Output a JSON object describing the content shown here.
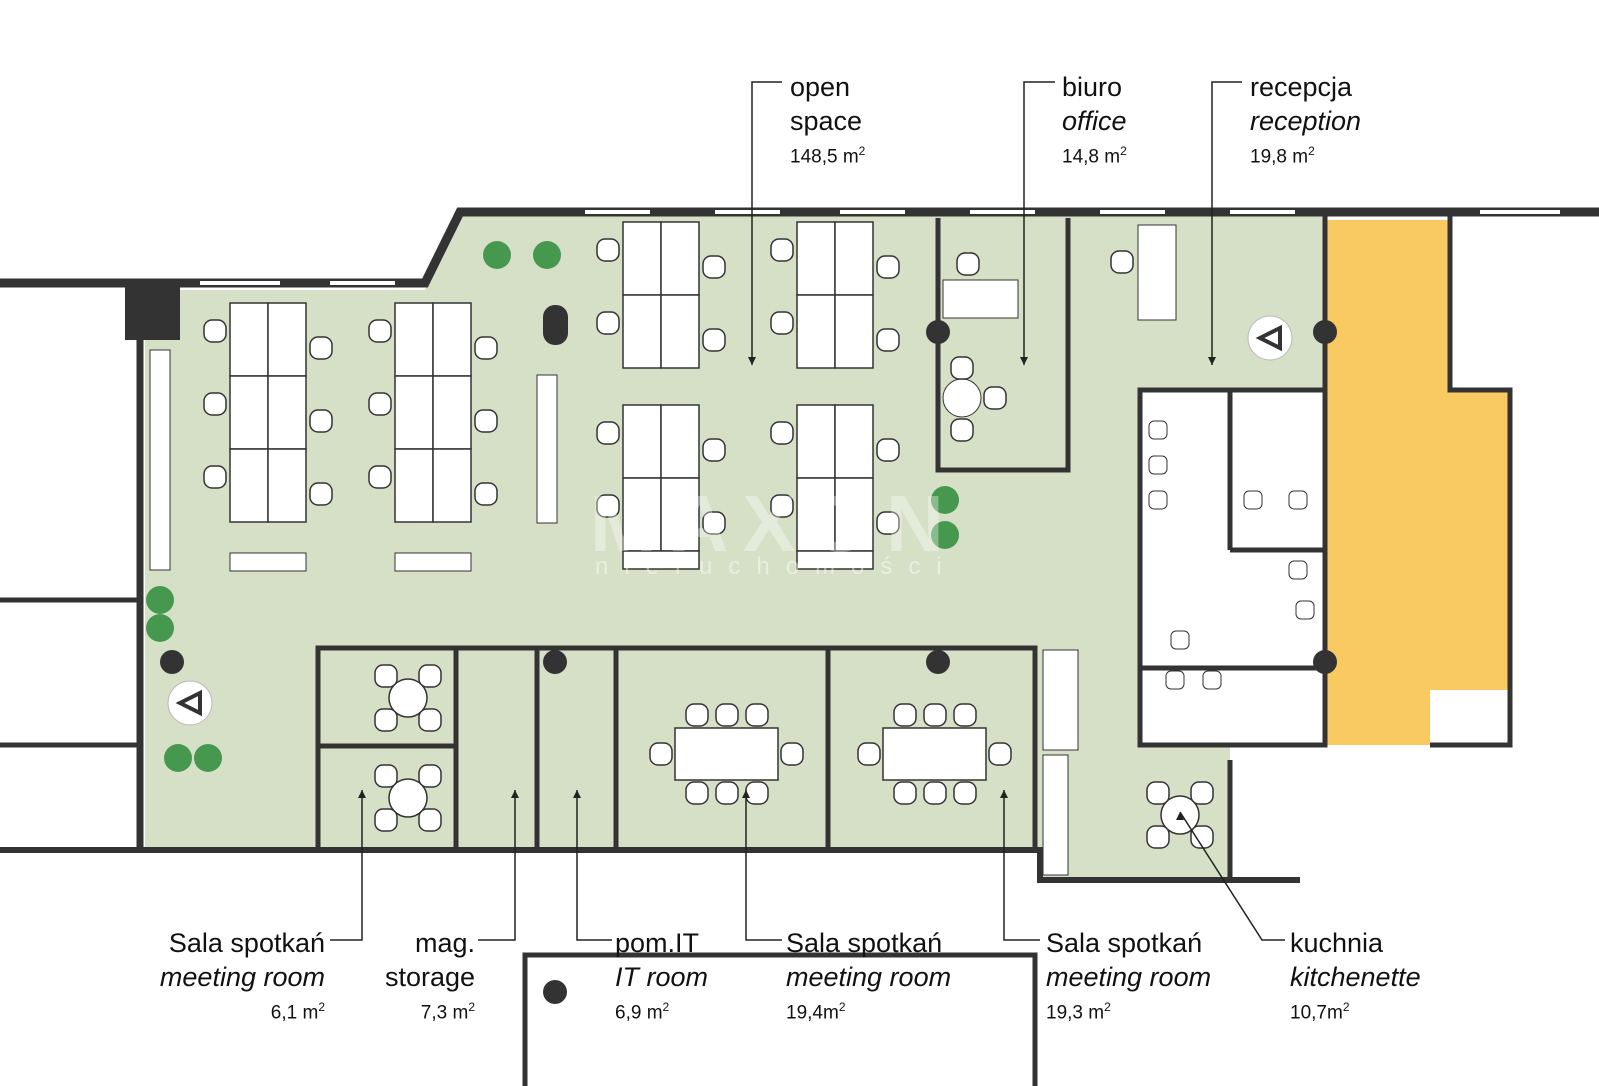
{
  "title": "Office floor plan",
  "colors": {
    "floor": "#d6e0c6",
    "wall": "#333333",
    "corridor": "#f9c962",
    "plant": "#2e8b3a"
  },
  "watermark": {
    "brand": "MAXON",
    "sub": "nieruchomości"
  },
  "labels": {
    "open_space": {
      "pl": "open",
      "en": "space",
      "area": "148,5 m",
      "sup": "2"
    },
    "office": {
      "pl": "biuro",
      "en": "office",
      "area": "14,8 m",
      "sup": "2"
    },
    "reception": {
      "pl": "recepcja",
      "en": "reception",
      "area": "19,8 m",
      "sup": "2"
    },
    "meeting_small": {
      "pl": "Sala spotkań",
      "en": "meeting room",
      "area": "6,1 m",
      "sup": "2"
    },
    "storage": {
      "pl": "mag.",
      "en": "storage",
      "area": "7,3 m",
      "sup": "2"
    },
    "it_room": {
      "pl": "pom.IT",
      "en": "IT room",
      "area": "6,9 m",
      "sup": "2"
    },
    "meeting_1": {
      "pl": "Sala spotkań",
      "en": "meeting room",
      "area": "19,4m",
      "sup": "2"
    },
    "meeting_2": {
      "pl": "Sala spotkań",
      "en": "meeting room",
      "area": "19,3 m",
      "sup": "2"
    },
    "kitchen": {
      "pl": "kuchnia",
      "en": "kitchenette",
      "area": "10,7m",
      "sup": "2"
    }
  }
}
